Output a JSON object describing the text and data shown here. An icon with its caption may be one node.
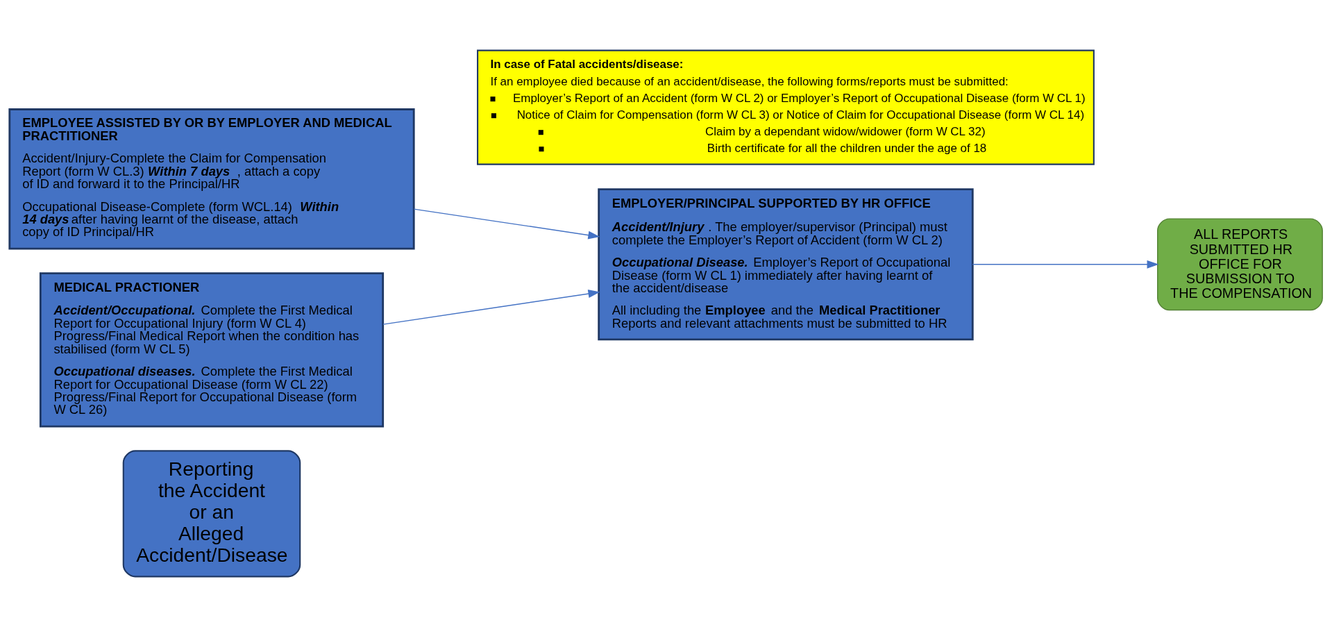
{
  "diagram": {
    "nodes": [
      {
        "text": [
          "Reporting the Accident or an Alleged Accident/Disease"
        ]
      },
      {
        "text": [
          "EMPLOYEE ASSISTED BY OR BY EMPLOYER AND MEDICAL PRACTITIONER",
          "Accident/Injury-Complete the Claim for Compensation Report (form W CL.3) *Within 7 days* , attach a copy of ID and forward it to the Principal/HR",
          "Occupational Disease-Complete (form WCL.14) *Within 14 days* after having learnt of the disease, attach copy of ID Principal/HR"
        ]
      },
      {
        "text": [
          "MEDICAL PRACTIONER",
          "*Accident/Occupational.* Complete the First Medical Report for Occupational Injury (form W CL 4) Progress/Final Medical Report when the condition has stabilised (form W CL 5)",
          "*Occupational diseases.* Complete the First Medical Report for Occupational Disease (form W CL 22) Progress/Final Report for Occupational Disease (form W CL 26)"
        ]
      },
      {
        "text": [
          "EMPLOYER/PRINCIPAL SUPPORTED BY HR OFFICE",
          "*Accident/Injury* . The employer/supervisor (Principal) must complete the Employer’s Report of Accident (form W CL 2)",
          "*Occupational Disease.* Employer’s Report of Occupational Disease (form W CL 1) immediately after having learnt of the accident/disease",
          "All including the **Employee** and the **Medical Practitioner** Reports and relevant attachments must be submitted to HR"
        ]
      },
      {
        "text": [
          "ALL REPORTS SUBMITTED HR OFFICE FOR SUBMISSION TO THE COMPENSATION"
        ]
      },
      {
        "text": [
          "In case of Fatal accidents/disease:",
          "If an employee died because of an accident/disease, the following forms/reports must be submitted:",
          "Employer’s Report of an Accident (form W CL 2) or Employer’s Report of Occupational Disease (form W CL 1)",
          "Notice of Claim for Compensation (form W CL 3) or Notice of Claim for Occupational Disease (form W CL 14)",
          "Claim by a dependant widow/widower (form W CL 32)",
          "Birth certificate for all the children under the age of 18"
        ]
      }
    ],
    "edges": [
      {
        "from": 1,
        "to": 3,
        "arrow": "to"
      },
      {
        "from": 2,
        "to": 3,
        "arrow": "to"
      },
      {
        "from": 3,
        "to": 4,
        "arrow": "to"
      }
    ]
  }
}
